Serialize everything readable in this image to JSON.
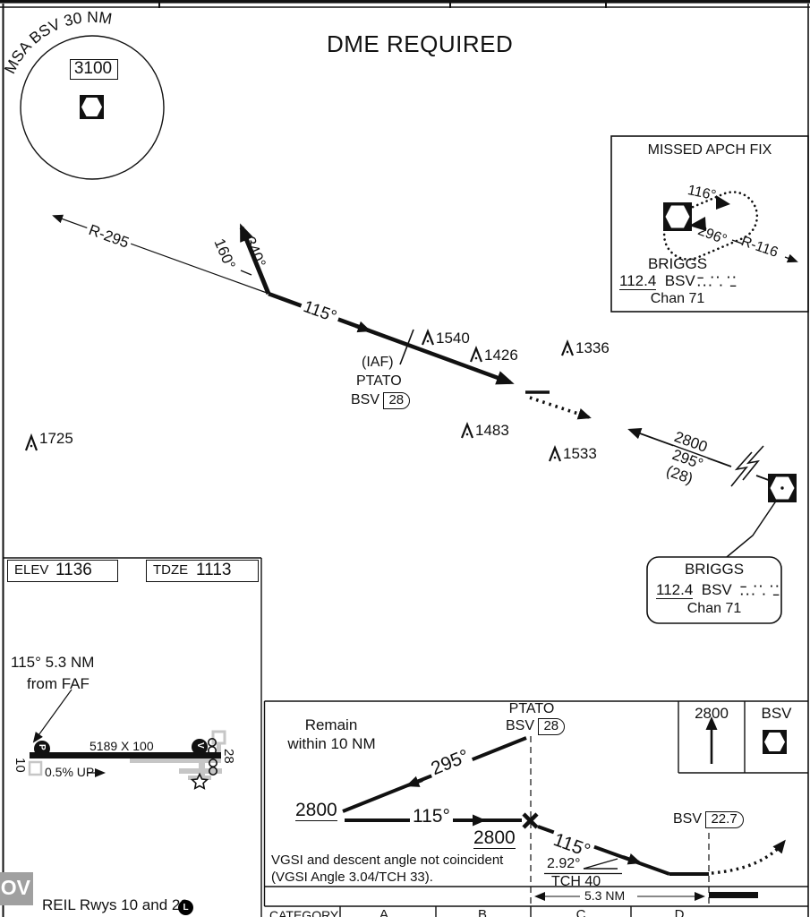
{
  "header": {
    "title": "DME REQUIRED"
  },
  "msa": {
    "arc_label": "MSA BSV 30 NM",
    "altitude": "3100"
  },
  "missed": {
    "title": "MISSED APCH FIX",
    "inbound": "116°",
    "outbound": "296°",
    "radial": "R-116",
    "navaid": {
      "name": "BRIGGS",
      "freq": "112.4",
      "ident": "BSV",
      "chan": "Chan 71",
      "morse1": "– ·· ··",
      "morse2": "··· · –"
    }
  },
  "plan": {
    "r295": "R-295",
    "c340": "340°",
    "c160": "160°",
    "c115": "115°",
    "iaf": "(IAF)",
    "iaf_name": "PTATO",
    "iaf_ident": "BSV",
    "iaf_dme": "28",
    "alt": "2800",
    "crs": "295°",
    "dme": "(28)",
    "obstacles": [
      {
        "v": "1540"
      },
      {
        "v": "1426"
      },
      {
        "v": "1336"
      },
      {
        "v": "1483"
      },
      {
        "v": "1533"
      },
      {
        "v": "1725"
      }
    ],
    "navaid": {
      "name": "BRIGGS",
      "freq": "112.4",
      "ident": "BSV",
      "chan": "Chan 71",
      "morse1": "– ·· ··",
      "morse2": "··· · –"
    }
  },
  "airport": {
    "elev_label": "ELEV",
    "elev": "1136",
    "tdze_label": "TDZE",
    "tdze": "1113",
    "faf1": "115° 5.3 NM",
    "faf2": "from FAF",
    "rwy_dims": "5189 X 100",
    "slope": "0.5% UP",
    "rwy_l": "10",
    "rwy_r": "28",
    "papi_l": "P",
    "papi_r": "V"
  },
  "profile": {
    "remain1": "Remain",
    "remain2": "within 10 NM",
    "fix_name": "PTATO",
    "fix_ident": "BSV",
    "fix_dme": "28",
    "out_crs": "295°",
    "out_alt": "2800",
    "in_crs": "115°",
    "in_alt": "2800",
    "fin_crs": "115°",
    "note1": "VGSI and descent angle not coincident",
    "note2": "(VGSI Angle 3.04/TCH 33).",
    "angle": "2.92°",
    "tch": "TCH 40",
    "map_ident": "BSV",
    "map_dme": "22.7",
    "dist": "5.3 NM",
    "ma_alt": "2800",
    "ma_ident": "BSV"
  },
  "bottom": {
    "watermark": "OV",
    "reil": "REIL Rwys 10 and 28",
    "badge": "L",
    "category": "CATEGORY",
    "cats": [
      "A",
      "B",
      "C",
      "D"
    ]
  }
}
